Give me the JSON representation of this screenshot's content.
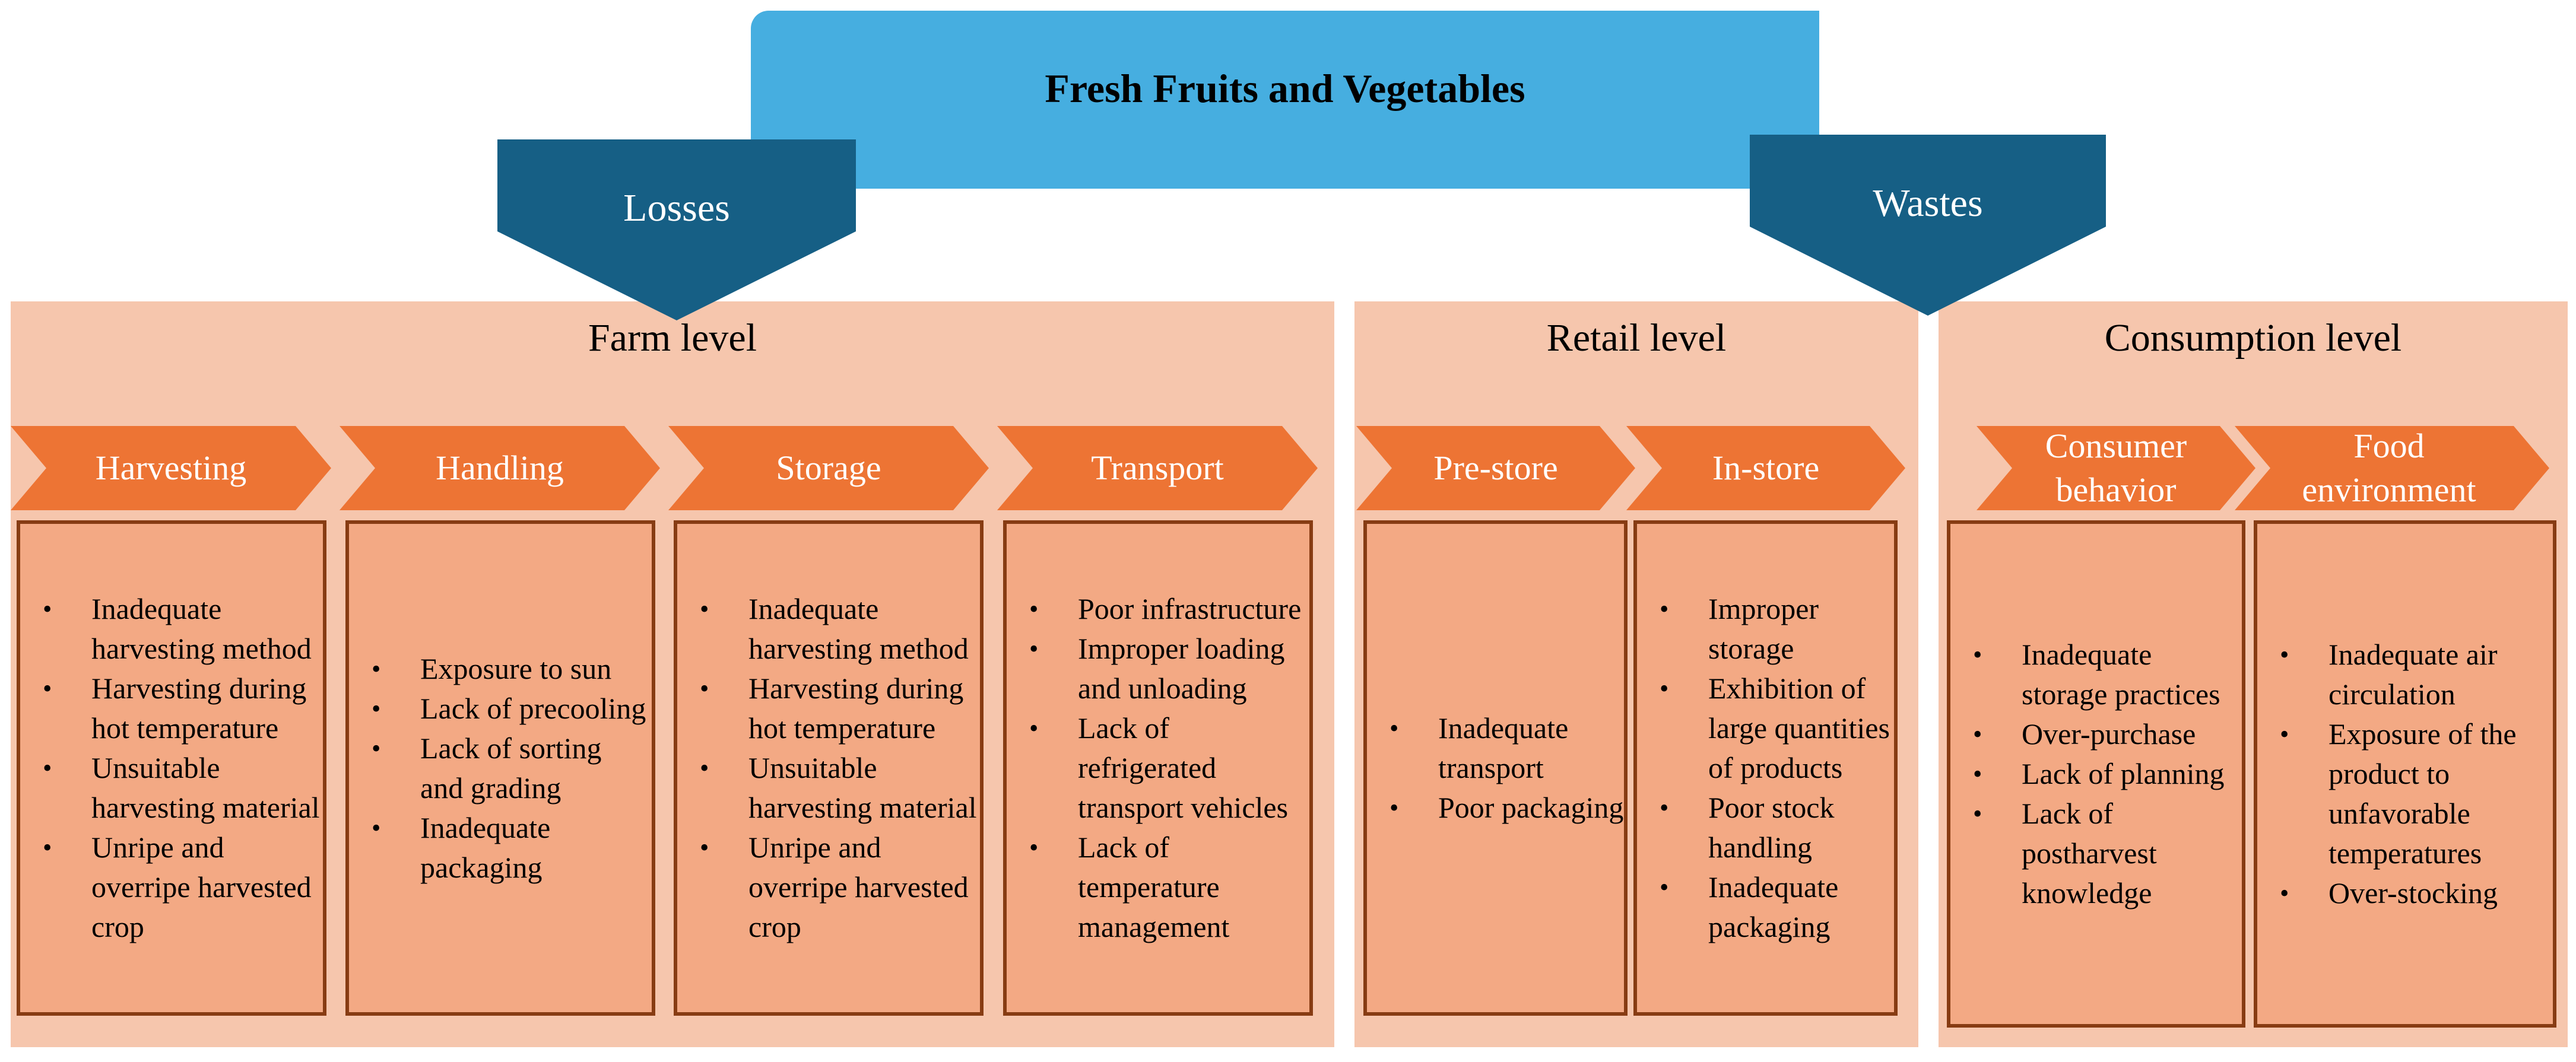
{
  "title": "Fresh Fruits and Vegetables",
  "arrows": {
    "losses": "Losses",
    "wastes": "Wastes"
  },
  "levels": [
    {
      "title": "Farm level",
      "stages": [
        {
          "label": "Harvesting",
          "items": [
            "Inadequate harvesting method",
            "Harvesting during hot temperature",
            "Unsuitable harvesting material",
            "Unripe and overripe harvested crop"
          ]
        },
        {
          "label": "Handling",
          "items": [
            "Exposure to sun",
            "Lack of precooling",
            "Lack of sorting and grading",
            "Inadequate packaging"
          ]
        },
        {
          "label": "Storage",
          "items": [
            "Inadequate harvesting method",
            "Harvesting during hot temperature",
            "Unsuitable harvesting material",
            "Unripe and overripe harvested crop"
          ]
        },
        {
          "label": "Transport",
          "items": [
            "Poor infrastructure",
            "Improper loading and unloading",
            "Lack of refrigerated transport vehicles",
            "Lack of temperature management"
          ]
        }
      ]
    },
    {
      "title": "Retail level",
      "stages": [
        {
          "label": "Pre-store",
          "items": [
            "Inadequate transport",
            "Poor packaging"
          ]
        },
        {
          "label": "In-store",
          "items": [
            "Improper storage",
            "Exhibition of large quantities of products",
            "Poor stock handling",
            "Inadequate packaging"
          ]
        }
      ]
    },
    {
      "title": "Consumption level",
      "stages": [
        {
          "label": "Consumer behavior",
          "items": [
            "Inadequate storage practices",
            "Over-purchase",
            "Lack of planning",
            "Lack of postharvest knowledge"
          ]
        },
        {
          "label": "Food environment",
          "items": [
            "Inadequate air circulation",
            "Exposure of the product to unfavorable temperatures",
            "Over-stocking"
          ]
        }
      ]
    }
  ],
  "colors": {
    "banner": "#46aee0",
    "arrow": "#165f85",
    "panel": "#f6c6ad",
    "chevron": "#ed7434",
    "box": "#f3a984",
    "box_border": "#873c13"
  }
}
